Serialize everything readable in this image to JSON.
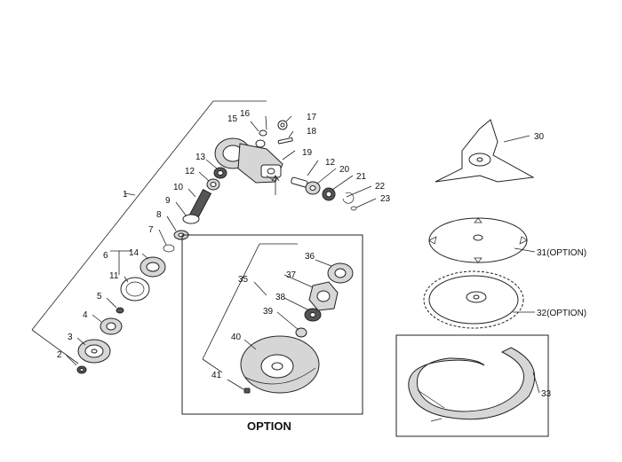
{
  "callouts": {
    "c1": "1",
    "c2": "2",
    "c3": "3",
    "c4": "4",
    "c5": "5",
    "c6": "6",
    "c7": "7",
    "c8": "8",
    "c9": "9",
    "c10": "10",
    "c11": "11",
    "c12a": "12",
    "c12b": "12",
    "c13": "13",
    "c14": "14",
    "c15": "15",
    "c16": "16",
    "c17": "17",
    "c18": "18",
    "c19": "19",
    "c20": "20",
    "c21": "21",
    "c22": "22",
    "c23": "23",
    "c30": "30",
    "c31": "31(OPTION)",
    "c32": "32(OPTION)",
    "c33": "33",
    "c35": "35",
    "c36": "36",
    "c37": "37",
    "c38": "38",
    "c39": "39",
    "c40": "40",
    "c41": "41"
  },
  "option_title": "OPTION"
}
